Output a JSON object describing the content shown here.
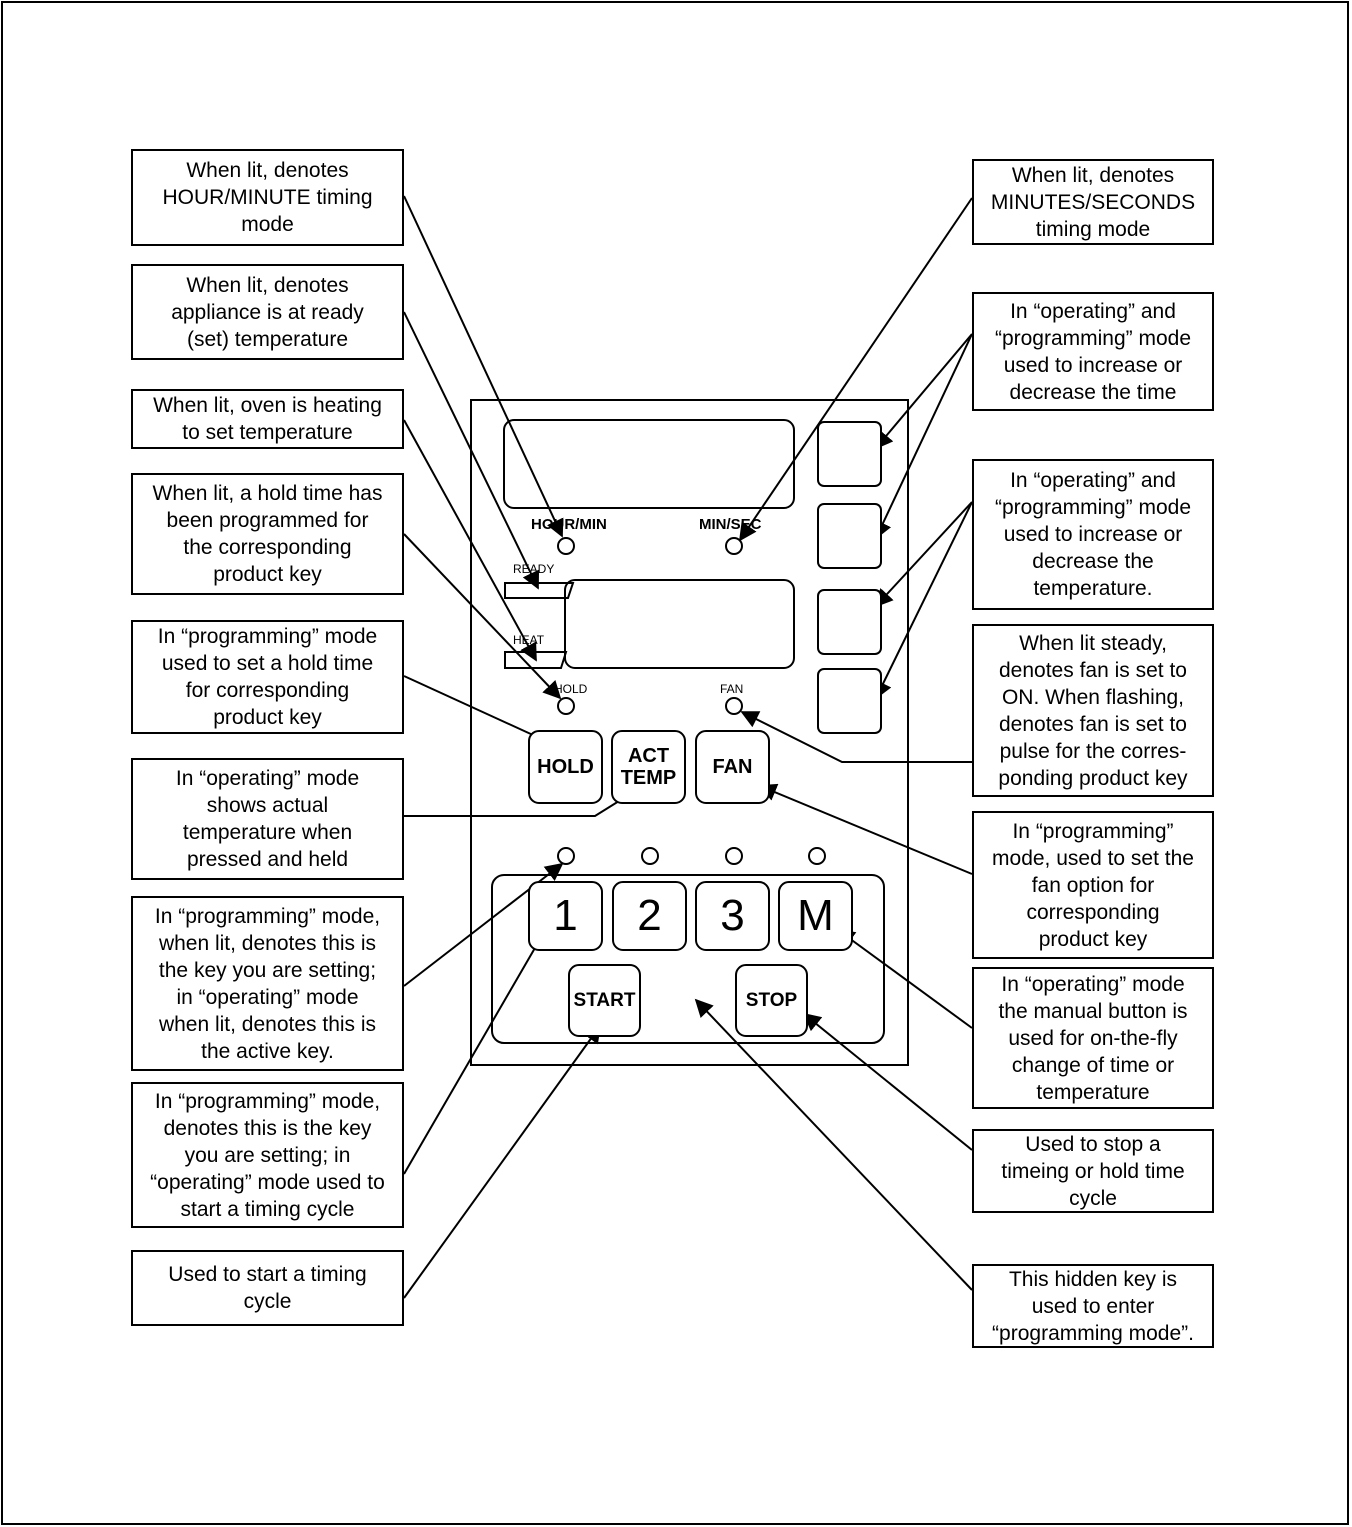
{
  "panel": {
    "labels": {
      "hour_min": "HOUR/MIN",
      "min_sec": "MIN/SEC",
      "ready": "READY",
      "heat": "HEAT",
      "hold": "HOLD",
      "fan": "FAN"
    },
    "buttons": {
      "hold": "HOLD",
      "act_temp": "ACT\nTEMP",
      "fan": "FAN",
      "key1": "1",
      "key2": "2",
      "key3": "3",
      "keyM": "M",
      "start": "START",
      "stop": "STOP"
    }
  },
  "callouts": {
    "left": [
      "When lit, denotes\nHOUR/MINUTE timing\nmode",
      "When lit, denotes\nappliance is at ready\n(set) temperature",
      "When lit, oven is heating\nto set temperature",
      "When lit, a hold time has\nbeen programmed for\nthe corresponding\nproduct key",
      "In “programming” mode\nused to set a hold time\nfor corresponding\nproduct key",
      "In “operating” mode\nshows actual\ntemperature when\npressed and held",
      "In “programming” mode,\nwhen lit, denotes this is\nthe key you are setting;\nin “operating” mode\nwhen lit, denotes this is\nthe active key.",
      "In “programming” mode,\ndenotes this is the key\nyou are setting; in\n“operating” mode used to\nstart a timing cycle",
      "Used to start a timing\ncycle"
    ],
    "right": [
      "When lit, denotes\nMINUTES/SECONDS\ntiming mode",
      "In “operating” and\n“programming” mode\nused to increase or\ndecrease the time",
      "In “operating” and\n“programming” mode\nused to increase or\ndecrease the\ntemperature.",
      "When lit steady,\ndenotes fan is set to\nON. When flashing,\ndenotes fan is set to\npulse for the corres-\nponding product key",
      "In “programming”\nmode, used to set the\nfan option for\ncorresponding\nproduct key",
      "In “operating” mode\nthe manual button is\nused for on-the-fly\nchange of time or\ntemperature",
      "Used to stop a\ntimeing or hold time\ncycle",
      "This hidden key is\nused to enter\n“programming mode”."
    ]
  }
}
